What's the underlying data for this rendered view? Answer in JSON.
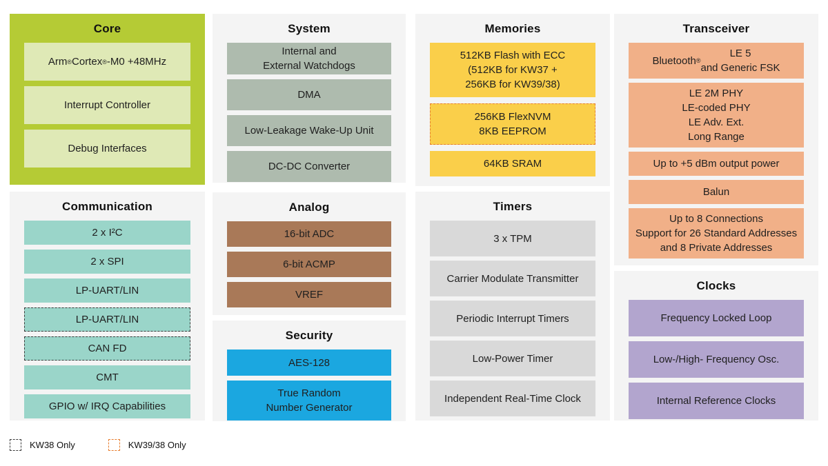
{
  "colors": {
    "background": "#ffffff",
    "panel_bg": "#f4f4f4",
    "kw38_dash": "#3a3a3a",
    "kw39_dash": "#e87d2e",
    "text": "#1f1f1f"
  },
  "panels": [
    {
      "id": "core",
      "title": "Core",
      "panel_color": "#b5cb35",
      "block_color": "#dfe9b6",
      "blocks": [
        {
          "text": "Arm® Cortex®-M0 +48MHz"
        },
        {
          "text": "Interrupt Controller"
        },
        {
          "text": "Debug Interfaces"
        }
      ]
    },
    {
      "id": "communication",
      "title": "Communication",
      "panel_color": "#f4f4f4",
      "block_color": "#9ad5c9",
      "blocks": [
        {
          "text": "2 x I²C"
        },
        {
          "text": "2 x SPI"
        },
        {
          "text": "LP-UART/LIN"
        },
        {
          "text": "LP-UART/LIN",
          "variant": "kw38"
        },
        {
          "text": "CAN FD",
          "variant": "kw38"
        },
        {
          "text": "CMT"
        },
        {
          "text": "GPIO w/ IRQ Capabilities"
        }
      ]
    },
    {
      "id": "system",
      "title": "System",
      "panel_color": "#f4f4f4",
      "block_color": "#aebbae",
      "blocks": [
        {
          "text": "Internal and\nExternal Watchdogs"
        },
        {
          "text": "DMA"
        },
        {
          "text": "Low-Leakage Wake-Up Unit"
        },
        {
          "text": "DC-DC Converter"
        }
      ]
    },
    {
      "id": "analog",
      "title": "Analog",
      "panel_color": "#f4f4f4",
      "block_color": "#a97958",
      "blocks": [
        {
          "text": "16-bit ADC"
        },
        {
          "text": "6-bit ACMP"
        },
        {
          "text": "VREF"
        }
      ]
    },
    {
      "id": "security",
      "title": "Security",
      "panel_color": "#f4f4f4",
      "block_color": "#1ba7e0",
      "blocks": [
        {
          "text": "AES-128"
        },
        {
          "text": "True Random\nNumber Generator"
        }
      ]
    },
    {
      "id": "memories",
      "title": "Memories",
      "panel_color": "#f4f4f4",
      "block_color": "#facf4a",
      "blocks": [
        {
          "text": "512KB Flash with ECC\n(512KB for KW37 +\n256KB for KW39/38)"
        },
        {
          "text": "256KB FlexNVM\n8KB EEPROM",
          "variant": "kw39"
        },
        {
          "text": "64KB SRAM"
        }
      ]
    },
    {
      "id": "timers",
      "title": "Timers",
      "panel_color": "#f4f4f4",
      "block_color": "#d9d9d9",
      "blocks": [
        {
          "text": "3 x TPM"
        },
        {
          "text": "Carrier Modulate Transmitter"
        },
        {
          "text": "Periodic Interrupt Timers"
        },
        {
          "text": "Low-Power Timer"
        },
        {
          "text": "Independent Real-Time Clock"
        }
      ]
    },
    {
      "id": "transceiver",
      "title": "Transceiver",
      "panel_color": "#f4f4f4",
      "block_color": "#f1b088",
      "blocks": [
        {
          "text": "Bluetooth® LE 5\nand Generic FSK"
        },
        {
          "text": "LE 2M PHY\nLE-coded PHY\nLE Adv. Ext.\nLong Range"
        },
        {
          "text": "Up to +5 dBm output power"
        },
        {
          "text": "Balun"
        },
        {
          "text": "Up to 8 Connections\nSupport for 26 Standard Addresses\nand 8 Private Addresses"
        }
      ]
    },
    {
      "id": "clocks",
      "title": "Clocks",
      "panel_color": "#f4f4f4",
      "block_color": "#b2a5ce",
      "blocks": [
        {
          "text": "Frequency Locked Loop"
        },
        {
          "text": "Low-/High- Frequency Osc."
        },
        {
          "text": "Internal Reference Clocks"
        }
      ]
    }
  ],
  "legend": {
    "items": [
      {
        "label": "KW38 Only",
        "variant": "kw38"
      },
      {
        "label": "KW39/38 Only",
        "variant": "kw39"
      }
    ]
  }
}
